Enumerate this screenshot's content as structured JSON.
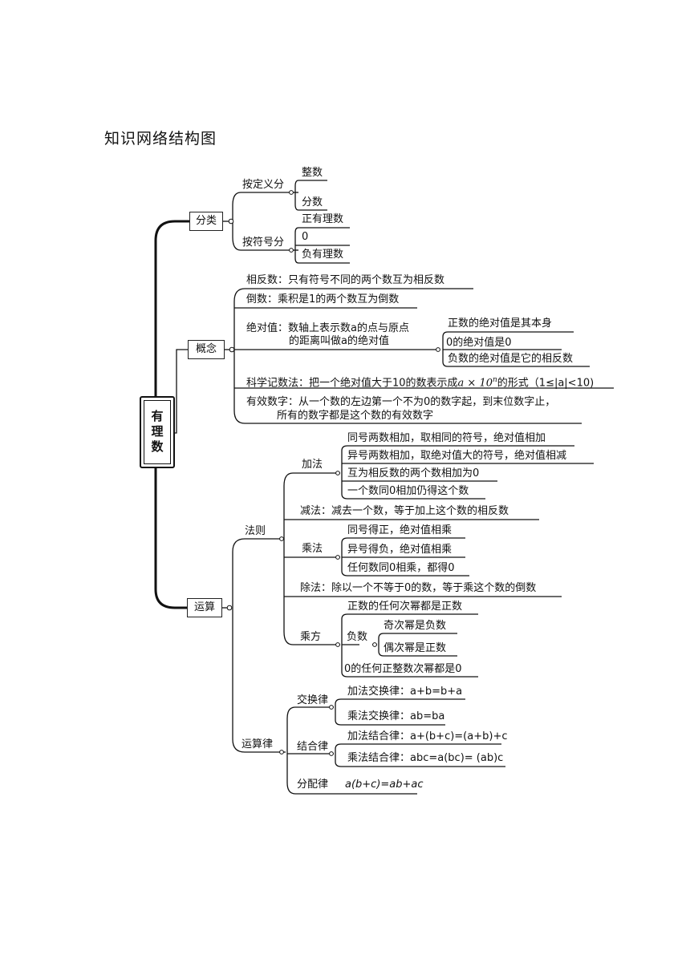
{
  "heading": "知识网络结构图",
  "root": "有理数",
  "branches": {
    "classify": {
      "label": "分类",
      "by_definition": {
        "label": "按定义分",
        "items": [
          "整数",
          "分数"
        ]
      },
      "by_sign": {
        "label": "按符号分",
        "items": [
          "正有理数",
          "0",
          "负有理数"
        ]
      }
    },
    "concepts": {
      "label": "概念",
      "opposite": "相反数：只有符号不同的两个数互为相反数",
      "reciprocal": "倒数：乘积是1的两个数互为倒数",
      "absolute_line1": "绝对值：数轴上表示数a的点与原点",
      "absolute_line2": "的距离叫做a的绝对值",
      "absolute_items": [
        "正数的绝对值是其本身",
        "0的绝对值是0",
        "负数的绝对值是它的相反数"
      ],
      "scientific_prefix": "科学记数法：把一个绝对值大于10的数表示成",
      "scientific_formula": "a × 10",
      "scientific_exp": "n",
      "scientific_suffix": "的形式（1≤|a|<10)",
      "significant_line1": "有效数字：从一个数的左边第一个不为0的数字起，到末位数字止，",
      "significant_line2": "所有的数字都是这个数的有效数字"
    },
    "operations": {
      "label": "运算",
      "rules": {
        "label": "法则",
        "addition": {
          "label": "加法",
          "items": [
            "同号两数相加，取相同的符号，绝对值相加",
            "异号两数相加，取绝对值大的符号，绝对值相减",
            "互为相反数的两个数相加为0",
            "一个数同0相加仍得这个数"
          ]
        },
        "subtraction": "减法：减去一个数，等于加上这个数的相反数",
        "multiplication": {
          "label": "乘法",
          "items": [
            "同号得正，绝对值相乘",
            "异号得负，绝对值相乘",
            "任何数同0相乘，都得0"
          ]
        },
        "division": "除法：除以一个不等于0的数，等于乘这个数的倒数",
        "power": {
          "label": "乘方",
          "positive": "正数的任何次幂都是正数",
          "negative": {
            "label": "负数",
            "items": [
              "奇次幂是负数",
              "偶次幂是正数"
            ]
          },
          "zero": "0的任何正整数次幂都是0"
        }
      },
      "laws": {
        "label": "运算律",
        "commutative": {
          "label": "交换律",
          "items": [
            "加法交换律：a+b=b+a",
            "乘法交换律：ab=ba"
          ]
        },
        "associative": {
          "label": "结合律",
          "items": [
            "加法结合律：a+(b+c)=(a+b)+c",
            "乘法结合律：abc=a(bc)= (ab)c"
          ]
        },
        "distributive": {
          "label": "分配律",
          "formula": "a(b+c)=ab+ac"
        }
      }
    }
  }
}
